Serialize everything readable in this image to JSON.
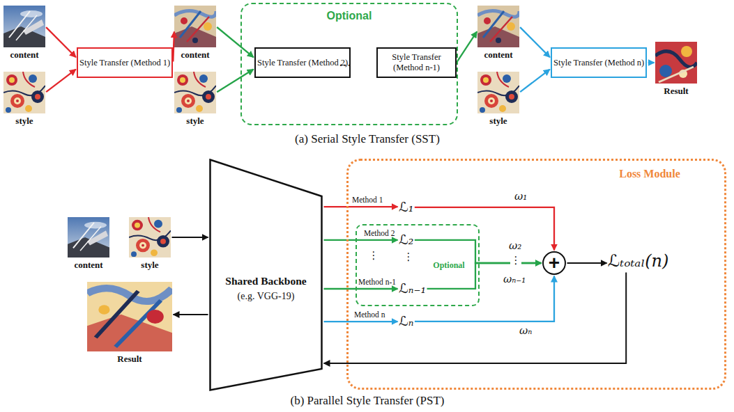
{
  "diagram": {
    "nodes": [
      {
        "text": [
          "content"
        ]
      },
      {
        "text": [
          "style"
        ]
      },
      {
        "text": [
          "Style Transfer (Method 1)"
        ]
      },
      {
        "text": [
          "content"
        ]
      },
      {
        "text": [
          "style"
        ]
      },
      {
        "text": [
          "Optional"
        ]
      },
      {
        "text": [
          "Style Transfer (Method 2)"
        ],
        "in": 5
      },
      {
        "text": [
          "Style Transfer (Method n-1)"
        ],
        "in": 5
      },
      {
        "text": [
          "content"
        ]
      },
      {
        "text": [
          "style"
        ]
      },
      {
        "text": [
          "Style Transfer (Method n)"
        ]
      },
      {
        "text": [
          "Result"
        ]
      },
      {
        "text": [
          "content"
        ]
      },
      {
        "text": [
          "style"
        ]
      },
      {
        "text": [
          "Shared Backbone",
          "(e.g. VGG-19)"
        ]
      },
      {
        "text": [
          "Result"
        ]
      },
      {
        "text": [
          "Loss Module"
        ]
      },
      {
        "text": [
          "ℒ₁"
        ],
        "in": 16
      },
      {
        "text": [
          "Optional"
        ],
        "in": 16
      },
      {
        "text": [
          "ℒ₂"
        ],
        "in": 18
      },
      {
        "text": [
          "ℒₙ₋₁"
        ],
        "in": 18
      },
      {
        "text": [
          "ℒₙ"
        ],
        "in": 16
      },
      {
        "text": [
          "+"
        ],
        "in": 16
      },
      {
        "text": [
          "ℒₜₒₜₐₗ(n)"
        ],
        "in": 16
      }
    ],
    "edges": [
      {
        "from": 0,
        "to": 2,
        "arrow": "to"
      },
      {
        "from": 1,
        "to": 2,
        "arrow": "to"
      },
      {
        "from": 2,
        "to": 3,
        "arrow": "to"
      },
      {
        "from": 3,
        "to": 6,
        "arrow": "to"
      },
      {
        "from": 4,
        "to": 6,
        "arrow": "to"
      },
      {
        "from": 7,
        "to": 8,
        "arrow": "to"
      },
      {
        "from": 8,
        "to": 10,
        "arrow": "to"
      },
      {
        "from": 9,
        "to": 10,
        "arrow": "to"
      },
      {
        "from": 10,
        "to": 11,
        "arrow": "to"
      },
      {
        "from": 13,
        "to": 14,
        "arrow": "to"
      },
      {
        "from": 14,
        "to": 15,
        "arrow": "to"
      },
      {
        "from": 14,
        "to": 17,
        "label": "Method 1",
        "arrow": "to"
      },
      {
        "from": 14,
        "to": 19,
        "label": "Method 2",
        "arrow": "to"
      },
      {
        "from": 14,
        "to": 20,
        "label": "Method n-1",
        "arrow": "to"
      },
      {
        "from": 14,
        "to": 21,
        "label": "Method n",
        "arrow": "to"
      },
      {
        "from": 17,
        "to": 22,
        "label": "ω₁",
        "arrow": "to"
      },
      {
        "from": 19,
        "to": 22,
        "label": "ω₂",
        "arrow": "to"
      },
      {
        "from": 20,
        "to": 22,
        "label": "ωₙ₋₁",
        "arrow": "to"
      },
      {
        "from": 21,
        "to": 22,
        "label": "ωₙ",
        "arrow": "to"
      },
      {
        "from": 22,
        "to": 23,
        "arrow": "to"
      },
      {
        "from": 23,
        "to": 14,
        "arrow": "to"
      }
    ],
    "labels": [
      "…",
      "(a) Serial Style Transfer (SST)",
      "(b) Parallel Style Transfer (PST)",
      "⋮",
      "⋮",
      "⋮"
    ]
  }
}
